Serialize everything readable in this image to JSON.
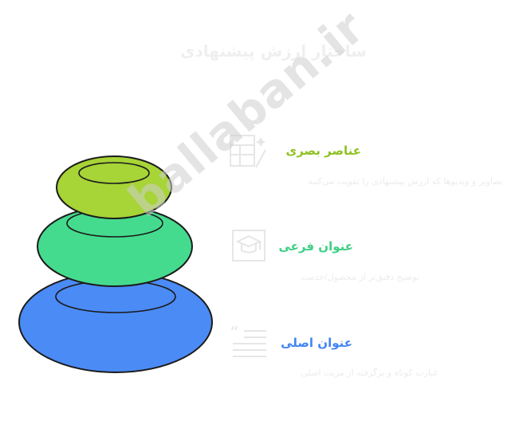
{
  "title": "ساختار ارزش پیشنهادی",
  "colors": {
    "visual": "#A7D436",
    "sub": "#45DB8E",
    "main": "#4B8BF5",
    "faint_icon": "#e6e6e6",
    "outline": "#1b1b1b"
  },
  "layers": [
    {
      "heading": "عناصر بصری",
      "description": "تصاویر و ویدیوها که ارزش پیشنهادی را تقویت می‌کنند",
      "icon": "layout-edit-icon",
      "color": "#A7D436"
    },
    {
      "heading": "عنوان فرعی",
      "description": "توضیح دقیق‌تر از محصول/خدمت",
      "icon": "graduation-certificate-icon",
      "color": "#45DB8E"
    },
    {
      "heading": "عنوان اصلی",
      "description": "عبارت کوتاه و برگرفته از مزیت اصلی",
      "icon": "quote-text-icon",
      "color": "#4B8BF5"
    }
  ],
  "watermark": "ballaban.ir"
}
